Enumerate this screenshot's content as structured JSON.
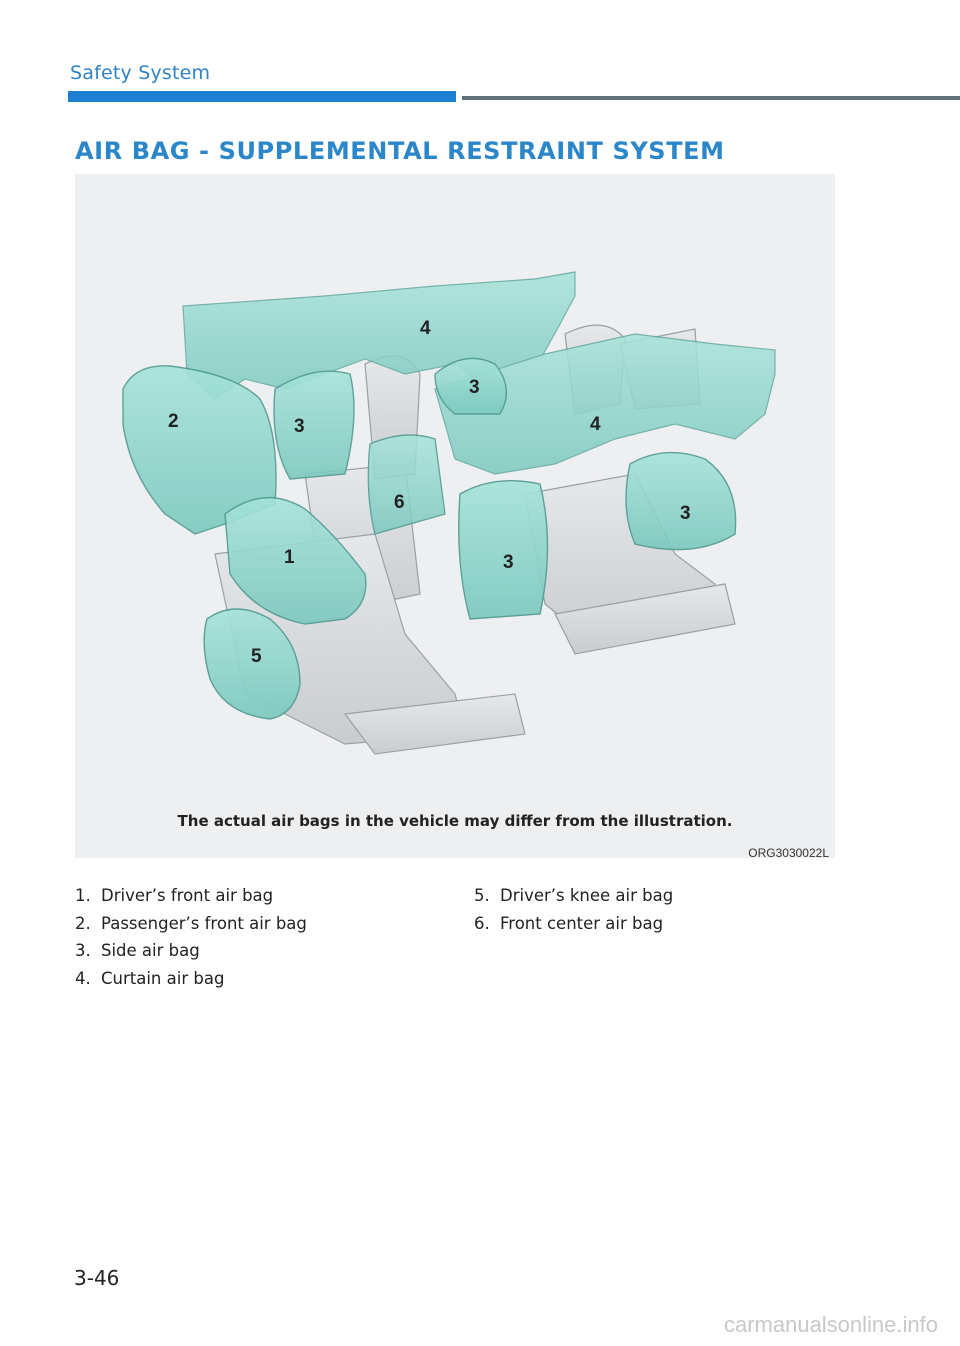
{
  "header": {
    "section": "Safety System"
  },
  "title": "AIR BAG - SUPPLEMENTAL RESTRAINT SYSTEM",
  "figure": {
    "caption": "The actual air bags in the vehicle may differ from the illustration.",
    "code": "ORG3030022L",
    "labels": [
      "4",
      "2",
      "3",
      "3",
      "4",
      "6",
      "1",
      "3",
      "3",
      "5"
    ]
  },
  "legend_left": [
    {
      "num": "1.",
      "text": "Driver’s front air bag"
    },
    {
      "num": "2.",
      "text": "Passenger’s front air bag"
    },
    {
      "num": "3.",
      "text": "Side air bag"
    },
    {
      "num": "4.",
      "text": "Curtain air bag"
    }
  ],
  "legend_right": [
    {
      "num": "5.",
      "text": "Driver’s knee air bag"
    },
    {
      "num": "6.",
      "text": "Front center air bag"
    }
  ],
  "footer": {
    "page_number": "3-46",
    "watermark": "carmanualsonline.info"
  },
  "colors": {
    "header_blue": "#2f83c6",
    "rule_blue": "#1d7fd2",
    "rule_gray": "#5f7078",
    "airbag_fill": "#8fd6cc",
    "figure_bg": "#eeeff0"
  }
}
